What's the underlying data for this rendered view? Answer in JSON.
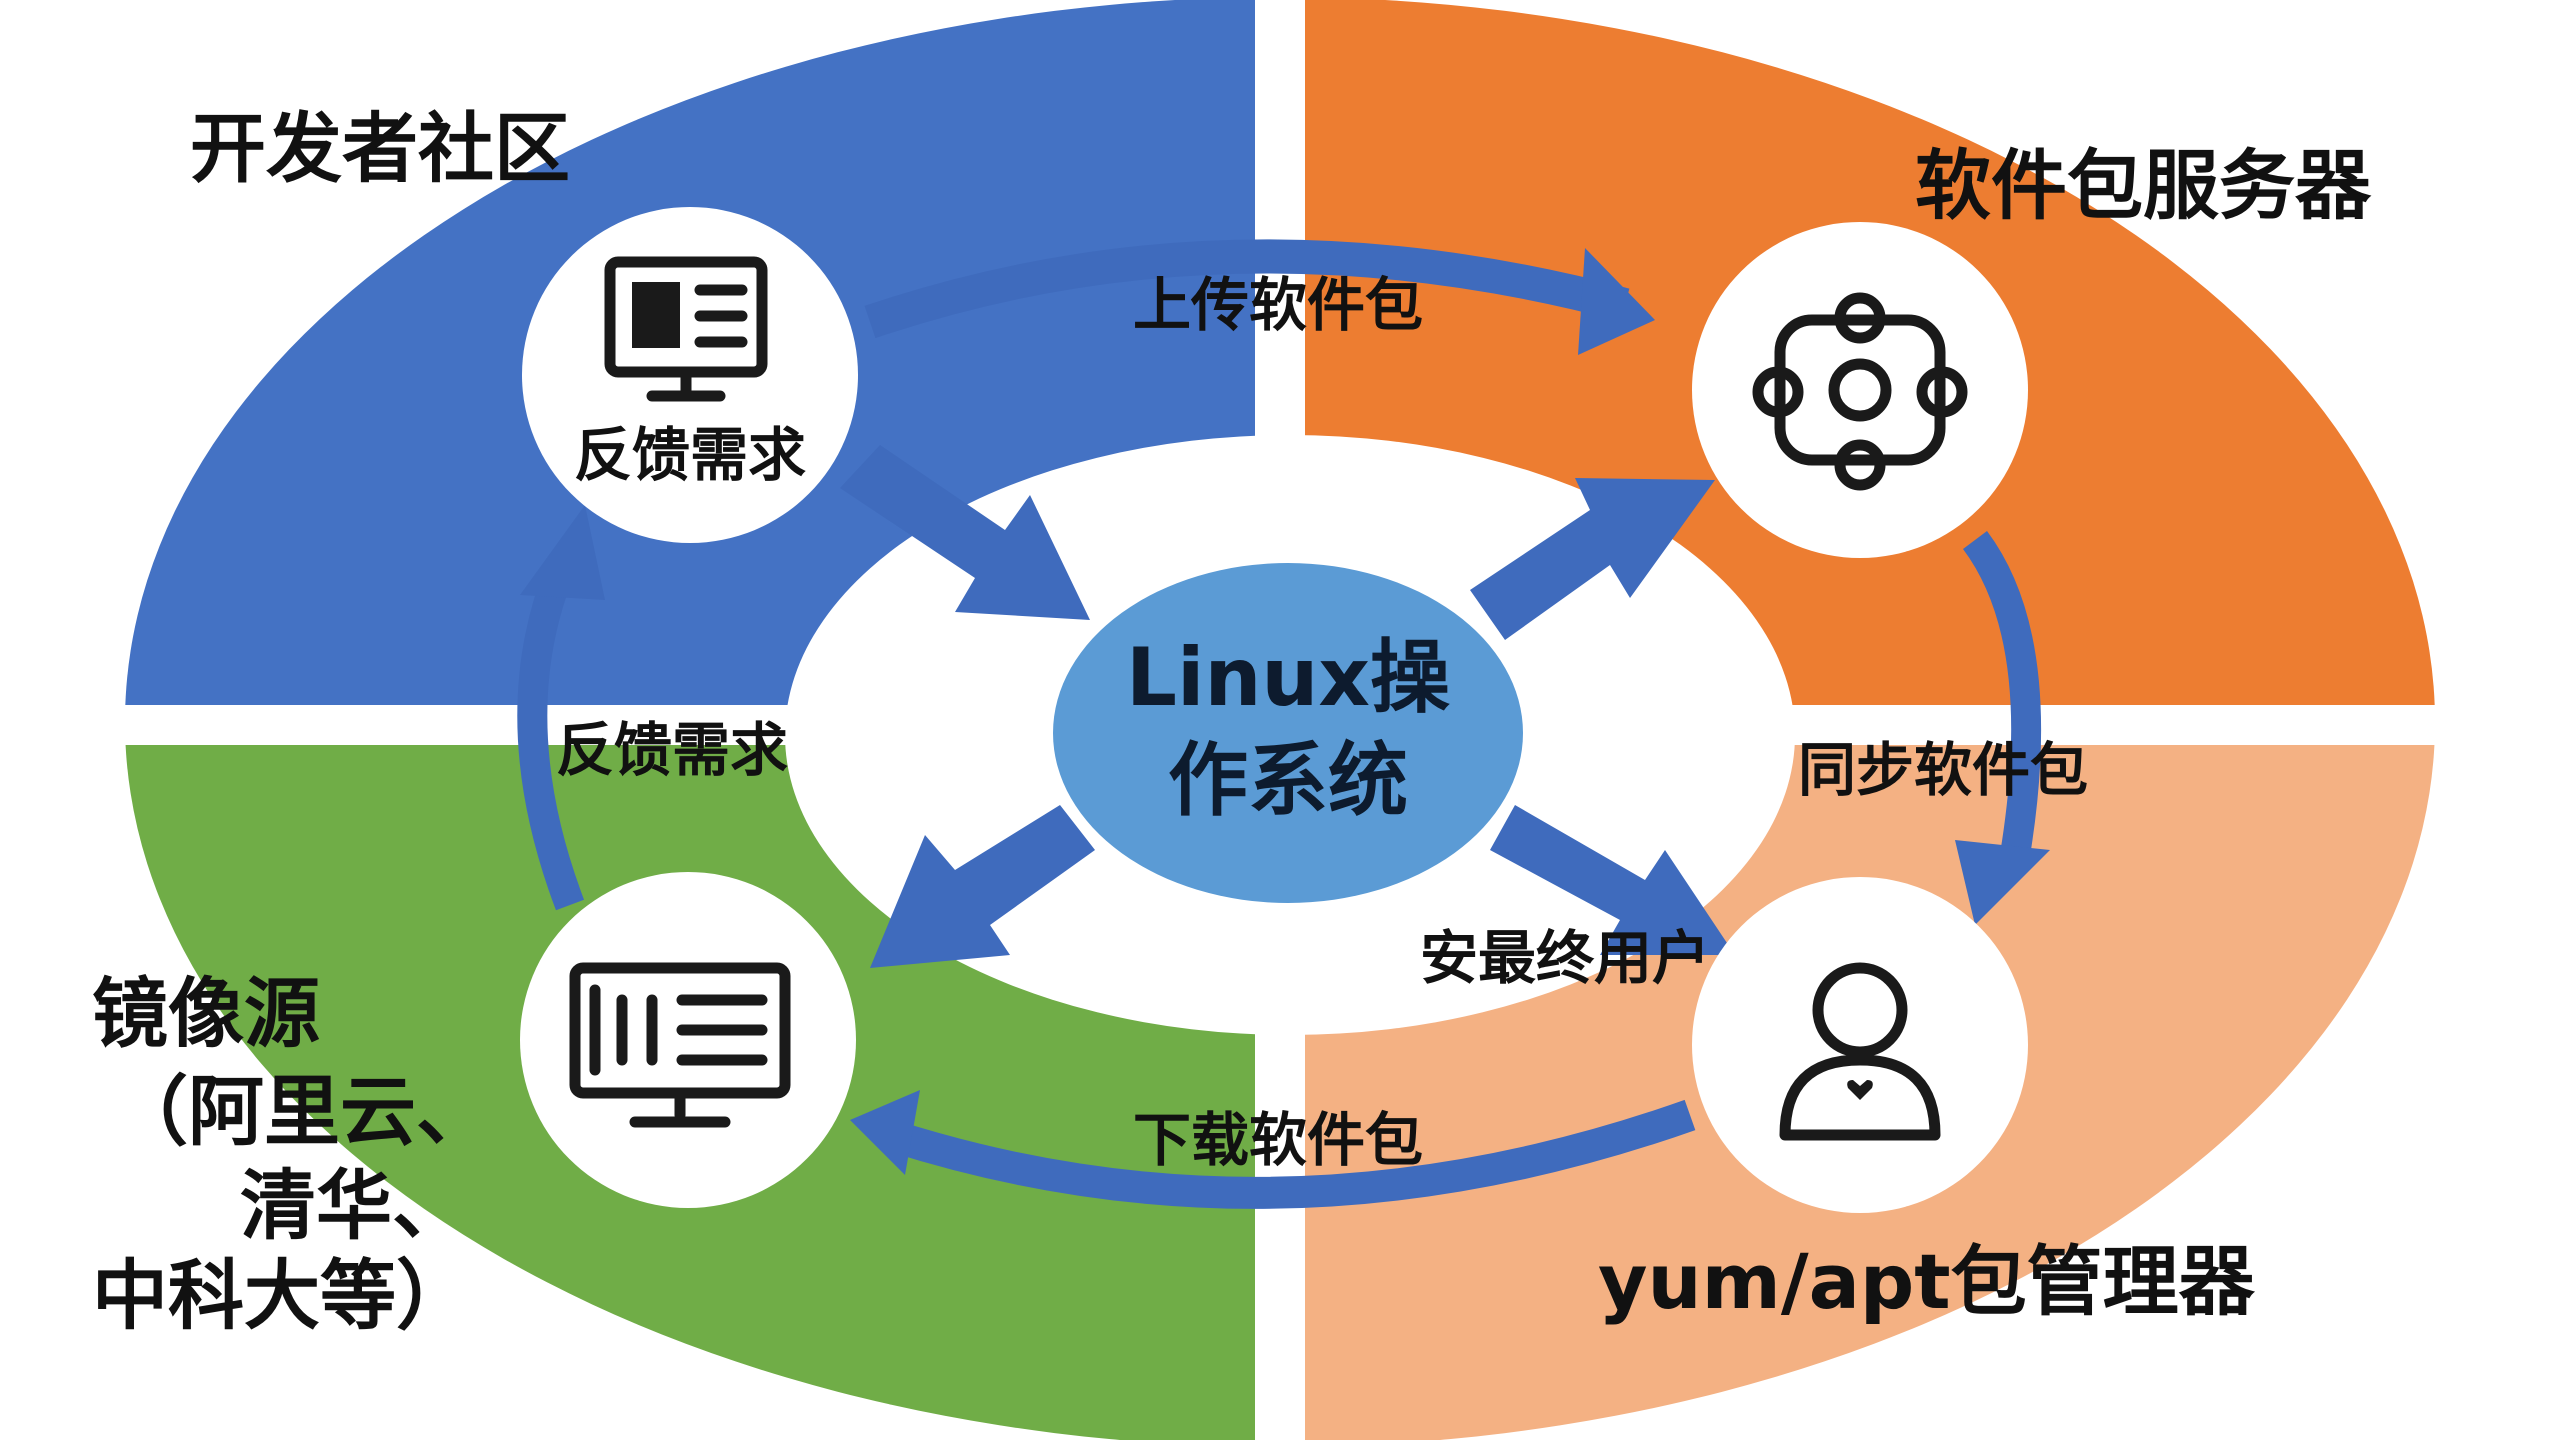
{
  "colors": {
    "blue": "#4472c4",
    "orange": "#ed7d31",
    "green": "#70ad47",
    "peach": "#f4b183",
    "arrow": "#3f6bbd",
    "center": "#5b9bd5"
  },
  "center": {
    "line1": "Linux操",
    "line2": "作系统"
  },
  "quadrants": {
    "top_left": {
      "title": "开发者社区",
      "icon": "monitor-document-icon"
    },
    "top_right": {
      "title": "软件包服务器",
      "icon": "server-network-icon"
    },
    "bottom_left": {
      "title_lines": [
        "镜像源",
        "（阿里云、",
        "清华、",
        "中科大等）"
      ],
      "icon": "monitor-list-icon"
    },
    "bottom_right": {
      "title": "yum/apt包管理器",
      "icon": "user-icon"
    }
  },
  "node_labels": {
    "top_left": "反馈需求"
  },
  "arrow_labels": {
    "upload": "上传软件包",
    "sync": "同步软件包",
    "install": "安最终用户",
    "download": "下载软件包",
    "feedback": "反馈需求"
  }
}
